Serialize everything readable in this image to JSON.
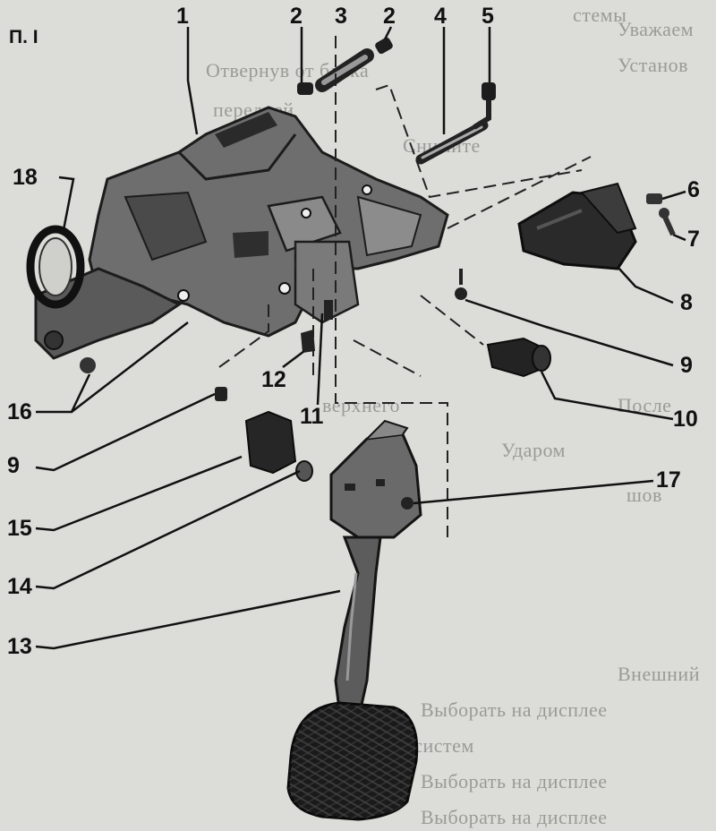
{
  "figure": {
    "label": "П. I",
    "callouts": [
      "1",
      "2",
      "3",
      "2",
      "4",
      "5",
      "6",
      "7",
      "8",
      "9",
      "10",
      "11",
      "12",
      "9",
      "16",
      "15",
      "14",
      "13",
      "17",
      "18"
    ]
  },
  "background_text": [
    "стемы",
    "Отвернув от блока",
    "передней",
    "Снимите",
    "верхнего",
    "Ударом",
    "шов",
    "После",
    "Уважаем",
    "Установ",
    "Внешний",
    "Выборать на дисплее",
    "ему систем",
    "Выборать на дисплее",
    "Выборать на дисплее"
  ],
  "colors": {
    "paper": "#dcdcd8",
    "ink": "#111111",
    "faint_text": "#9a9a96"
  }
}
